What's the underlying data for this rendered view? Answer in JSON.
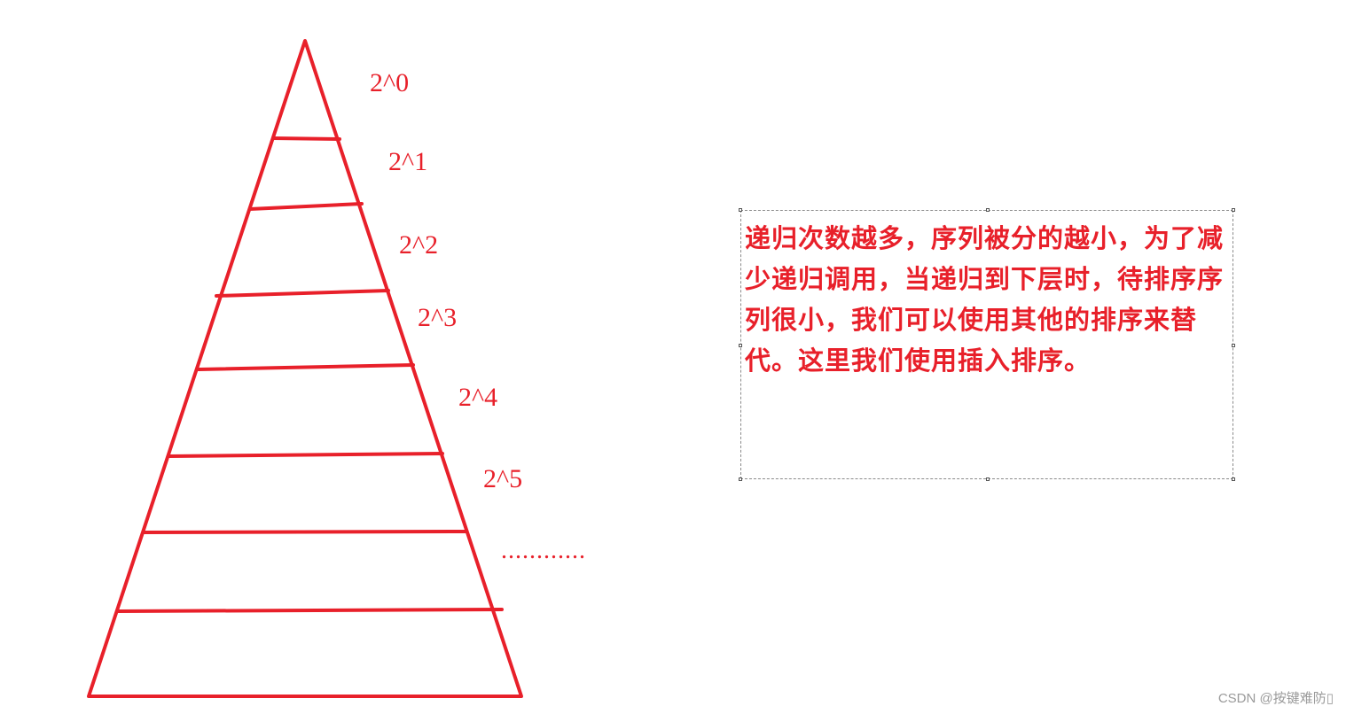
{
  "diagram": {
    "stroke_color": "#e8202a",
    "levels": [
      "2^0",
      "2^1",
      "2^2",
      "2^3",
      "2^4",
      "2^5"
    ],
    "continuation": "............"
  },
  "note": {
    "text": "递归次数越多，序列被分的越小，为了减少递归调用，当递归到下层时，待排序序列很小，我们可以使用其他的排序来替代。这里我们使用插入排序。"
  },
  "watermark": "CSDN @按键难防▯"
}
